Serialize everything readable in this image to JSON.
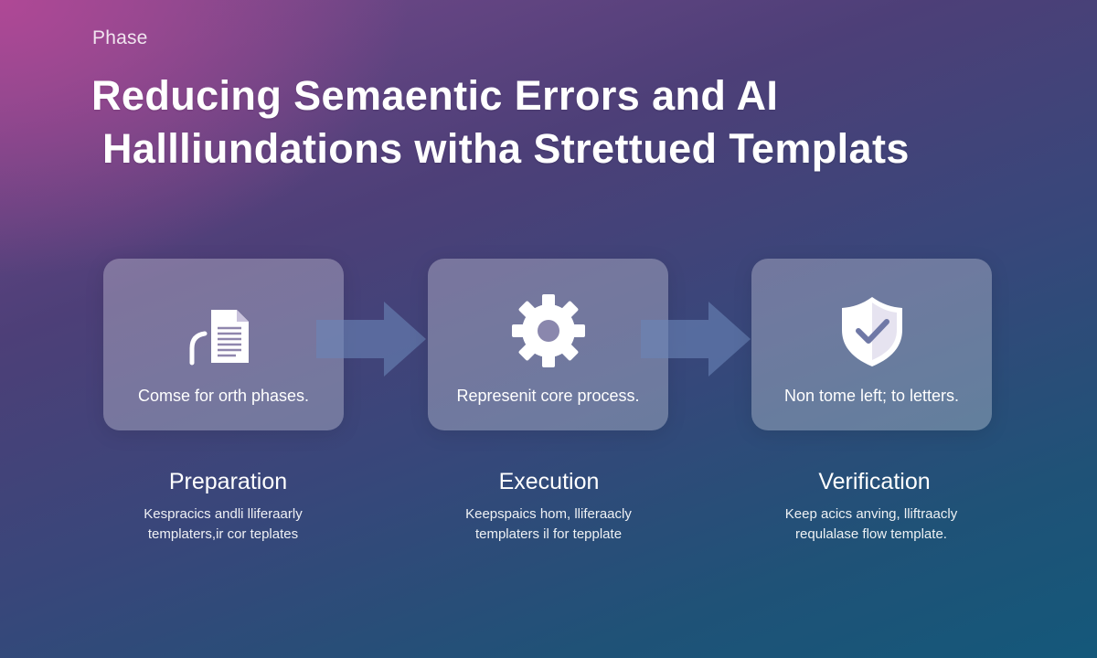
{
  "eyebrow": "Phase",
  "title": {
    "line1": "Reducing Semaentic Errors and AI",
    "line2": "Hallliundations witha Strettued Templats"
  },
  "phases": [
    {
      "name": "Preparation",
      "icon": "document-icon",
      "card_text": "Comse for orth phases.",
      "desc_line1": "Kespracics andli lliferaarly",
      "desc_line2": "templaters,ir cor teplates"
    },
    {
      "name": "Execution",
      "icon": "gear-icon",
      "card_text": "Represenit core process.",
      "desc_line1": "Keepspaics hom, lliferaacly",
      "desc_line2": "templaters il for tepplate"
    },
    {
      "name": "Verification",
      "icon": "shield-check-icon",
      "card_text": "Non tome left; to letters.",
      "desc_line1": "Keep acics anving, lliftraacly",
      "desc_line2": "requlalase flow template."
    }
  ],
  "colors": {
    "accent_magenta": "#b24896",
    "background_navy": "#37477a",
    "background_teal": "#14587a",
    "card_fill": "rgba(255,255,255,0.28)",
    "arrow": "#6a85b8",
    "icon": "#ffffff"
  }
}
